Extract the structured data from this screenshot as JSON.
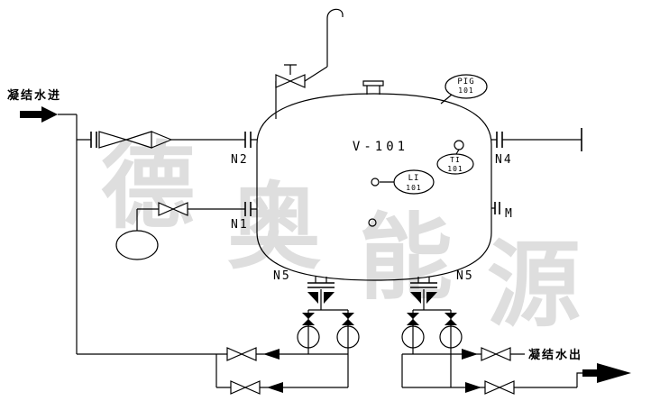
{
  "diagram": {
    "vessel_tag": "V-101",
    "inlet_label": "凝结水进",
    "outlet_label": "凝结水出",
    "nozzles": {
      "n1": "N1",
      "n2": "N2",
      "n4": "N4",
      "m": "M",
      "n5_left": "N5",
      "n5_right": "N5"
    },
    "instruments": {
      "pressure": {
        "tag": "PIG",
        "number": "101"
      },
      "temperature": {
        "tag": "TI",
        "number": "101"
      },
      "level": {
        "tag": "LI",
        "number": "101"
      }
    },
    "watermark": [
      "德",
      "奥",
      "能",
      "源"
    ],
    "colors": {
      "line": "#000000",
      "watermark": "#d9d9d9",
      "background": "#ffffff"
    }
  }
}
